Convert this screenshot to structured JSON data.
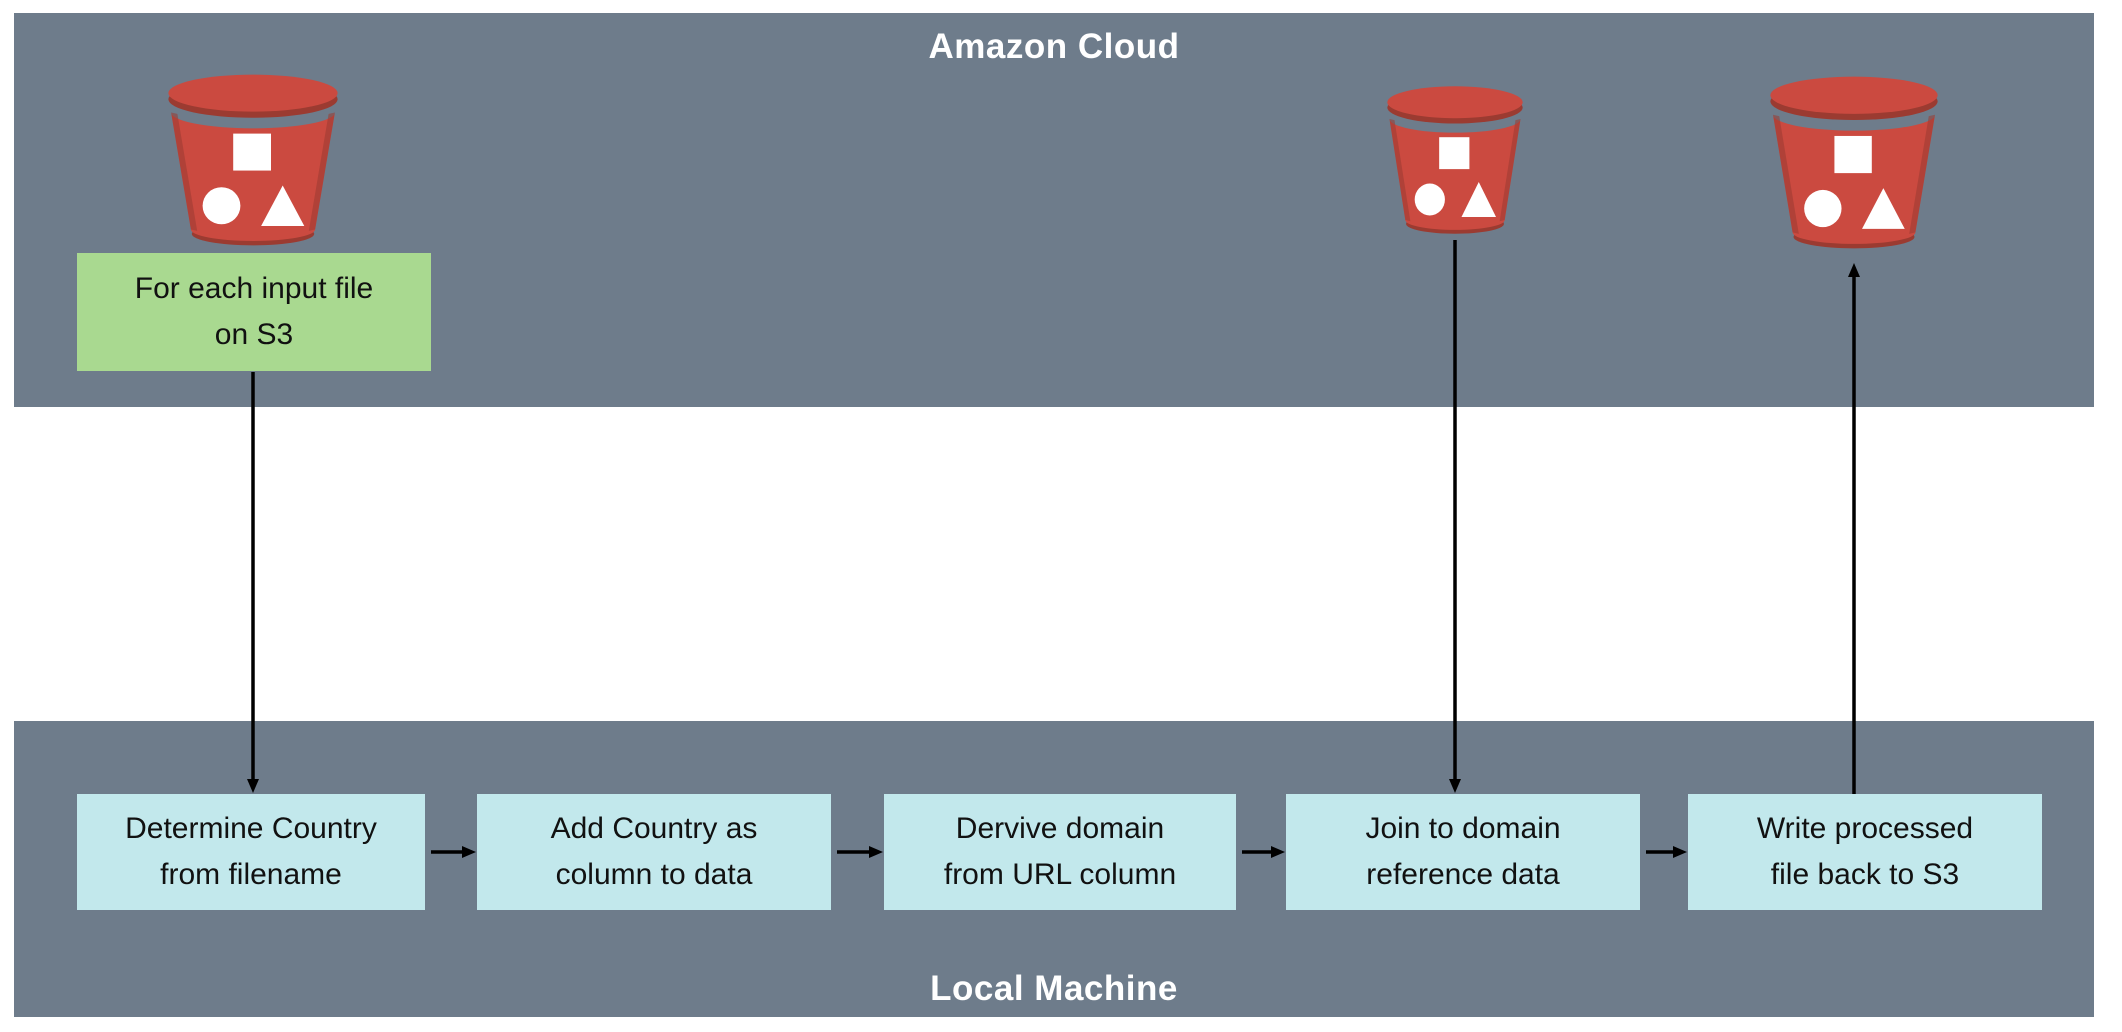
{
  "diagram": {
    "cloud": {
      "title": "Amazon Cloud",
      "note": {
        "lines": [
          "For each input file",
          "on S3"
        ]
      },
      "bucket_icons": [
        "s3-bucket-input",
        "s3-bucket-reference",
        "s3-bucket-output"
      ]
    },
    "local": {
      "title": "Local Machine",
      "steps": [
        {
          "lines": [
            "Determine Country",
            "from filename"
          ]
        },
        {
          "lines": [
            "Add Country as",
            "column to data"
          ]
        },
        {
          "lines": [
            "Dervive domain",
            "from URL column"
          ]
        },
        {
          "lines": [
            "Join to domain",
            "reference data"
          ]
        },
        {
          "lines": [
            "Write processed",
            "file back to S3"
          ]
        }
      ]
    },
    "colors": {
      "band": "#6e7c8b",
      "note_green": "#a9d990",
      "step_blue": "#c2e8ec",
      "bucket_red": "#cb4a40",
      "bucket_dark_red": "#9b3b31",
      "arrow": "#000000",
      "title_text": "#ffffff",
      "box_text": "#111111"
    }
  }
}
